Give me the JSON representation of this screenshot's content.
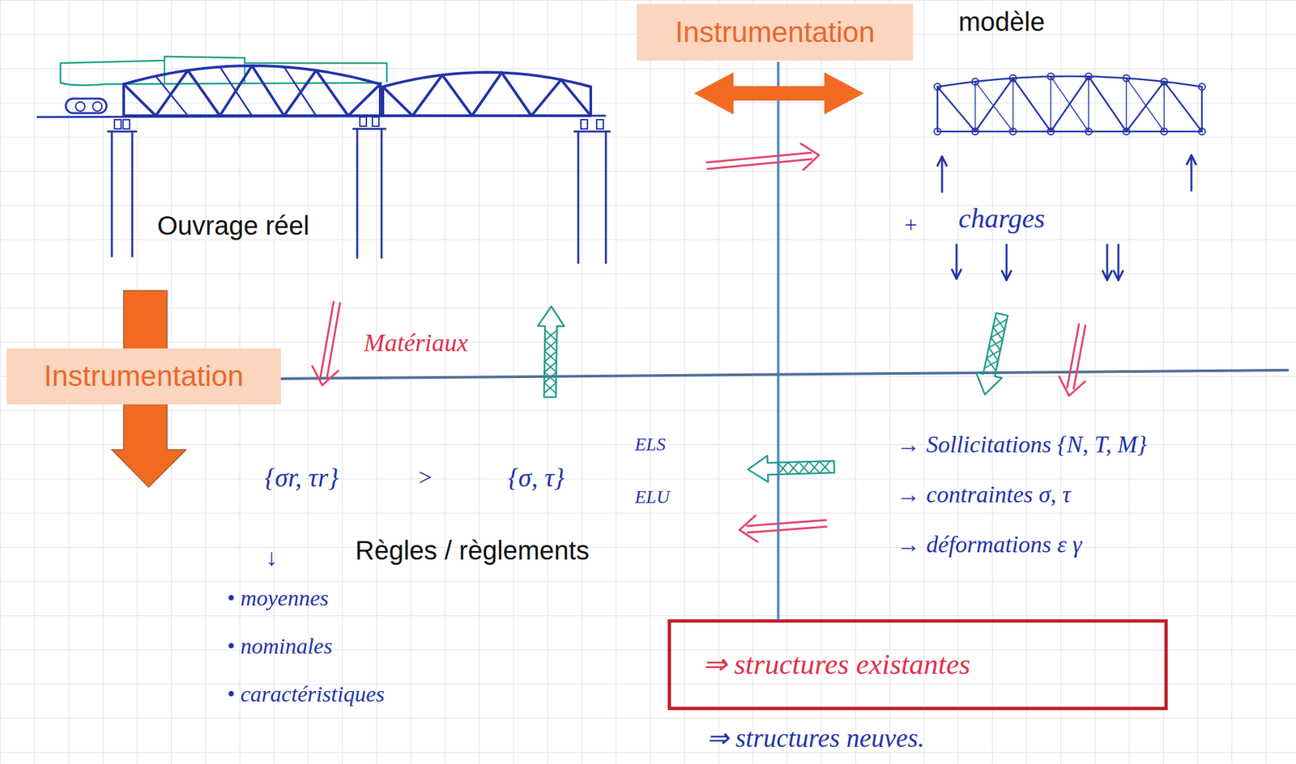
{
  "diagram": {
    "nodes": [
      {
        "text": [
          "Instrumentation"
        ]
      },
      {
        "text": [
          "Instrumentation"
        ]
      },
      {
        "text": [
          "⇒ structures existantes"
        ]
      }
    ],
    "labels": [
      "modèle",
      "Ouvrage réel",
      "+",
      "charges",
      "Matériaux",
      "{σr, τr}",
      ">",
      "{σ, τ}",
      "ELS",
      "ELU",
      "Règles / règlements",
      "↓",
      "• moyennes",
      "• nominales",
      "• caractéristiques",
      "→ Sollicitations {N, T, M}",
      "→ contraintes σ, τ",
      "→ déformations ε γ",
      "⇒ structures neuves."
    ]
  }
}
